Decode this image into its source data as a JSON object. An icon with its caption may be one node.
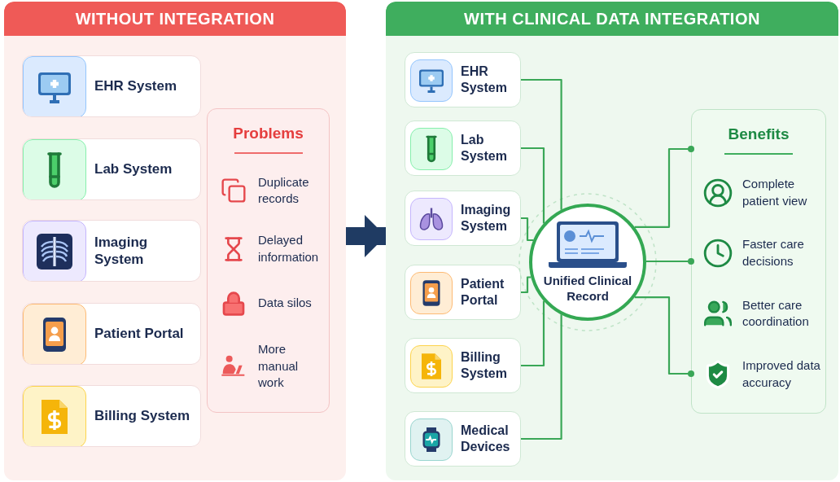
{
  "diagram": {
    "nodes": [
      {
        "text": [
          "WITHOUT INTEGRATION"
        ]
      },
      {
        "text": [
          "EHR System"
        ],
        "in": 0
      },
      {
        "text": [
          "Lab System"
        ],
        "in": 0
      },
      {
        "text": [
          "Imaging System"
        ],
        "in": 0
      },
      {
        "text": [
          "Patient Portal"
        ],
        "in": 0
      },
      {
        "text": [
          "Billing System"
        ],
        "in": 0
      },
      {
        "text": [
          "Problems",
          "Duplicate records",
          "Delayed information",
          "Data silos",
          "More manual work"
        ],
        "in": 0
      },
      {
        "text": [
          "WITH CLINICAL DATA INTEGRATION"
        ]
      },
      {
        "text": [
          "EHR System"
        ],
        "in": 7
      },
      {
        "text": [
          "Lab System"
        ],
        "in": 7
      },
      {
        "text": [
          "Imaging System"
        ],
        "in": 7
      },
      {
        "text": [
          "Patient Portal"
        ],
        "in": 7
      },
      {
        "text": [
          "Billing System"
        ],
        "in": 7
      },
      {
        "text": [
          "Medical Devices"
        ],
        "in": 7
      },
      {
        "text": [
          "Unified Clinical Record"
        ],
        "in": 7
      },
      {
        "text": [
          "Benefits",
          "Complete patient view",
          "Faster care decisions",
          "Better care coordination",
          "Improved data accuracy"
        ],
        "in": 7
      }
    ],
    "edges": [
      {
        "from": 0,
        "to": 7,
        "arrow": "to",
        "style": "thick",
        "color": "#1f3b63"
      },
      {
        "from": 8,
        "to": 14,
        "arrow": "none"
      },
      {
        "from": 9,
        "to": 14,
        "arrow": "none"
      },
      {
        "from": 10,
        "to": 14,
        "arrow": "none"
      },
      {
        "from": 11,
        "to": 14,
        "arrow": "none"
      },
      {
        "from": 12,
        "to": 14,
        "arrow": "none"
      },
      {
        "from": 13,
        "to": 14,
        "arrow": "none"
      },
      {
        "from": 14,
        "to": 15,
        "arrow": "other"
      },
      {
        "from": 14,
        "to": 15,
        "arrow": "other"
      },
      {
        "from": 14,
        "to": 15,
        "arrow": "other"
      }
    ]
  }
}
